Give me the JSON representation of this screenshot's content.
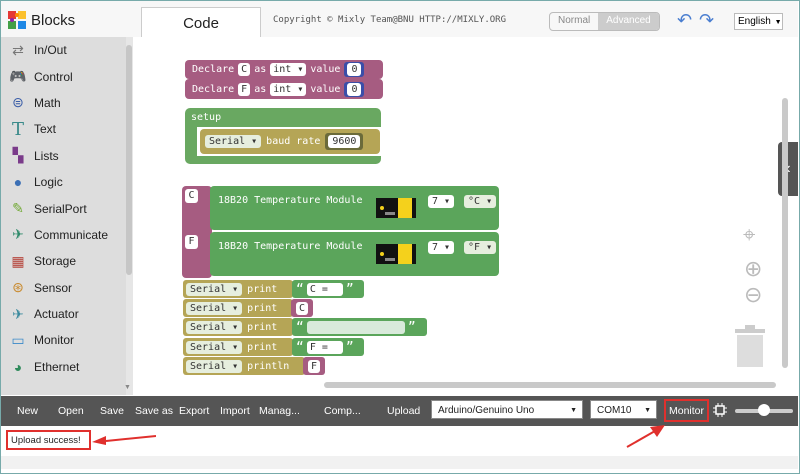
{
  "header": {
    "blocks_tab": "Blocks",
    "code_tab": "Code",
    "copyright": "Copyright © Mixly Team@BNU HTTP://MIXLY.ORG",
    "mode_normal": "Normal",
    "mode_advanced": "Advanced",
    "language": "English"
  },
  "sidebar": {
    "items": [
      {
        "label": "In/Out",
        "icon": "in-out-icon",
        "color": "#777"
      },
      {
        "label": "Control",
        "icon": "gamepad-icon",
        "color": "#2e7d5b"
      },
      {
        "label": "Math",
        "icon": "math-icon",
        "color": "#3b5ea8"
      },
      {
        "label": "Text",
        "icon": "text-icon",
        "color": "#3a8a8a"
      },
      {
        "label": "Lists",
        "icon": "lists-icon",
        "color": "#7a3b8a"
      },
      {
        "label": "Logic",
        "icon": "bulb-icon",
        "color": "#3b6fb5"
      },
      {
        "label": "SerialPort",
        "icon": "pen-icon",
        "color": "#6fa832"
      },
      {
        "label": "Communicate",
        "icon": "communicate-icon",
        "color": "#2e8a6a"
      },
      {
        "label": "Storage",
        "icon": "storage-icon",
        "color": "#b5443b"
      },
      {
        "label": "Sensor",
        "icon": "sensor-icon",
        "color": "#c98a2e"
      },
      {
        "label": "Actuator",
        "icon": "actuator-icon",
        "color": "#3b8a9e"
      },
      {
        "label": "Monitor",
        "icon": "monitor-icon",
        "color": "#3b8ac9"
      },
      {
        "label": "Ethernet",
        "icon": "ethernet-icon",
        "color": "#2e8a5b"
      }
    ]
  },
  "workspace": {
    "declare1": {
      "kw": "Declare",
      "var": "C",
      "as": "as",
      "type": "int",
      "value_kw": "value",
      "value": "0"
    },
    "declare2": {
      "kw": "Declare",
      "var": "F",
      "as": "as",
      "type": "int",
      "value_kw": "value",
      "value": "0"
    },
    "setup": {
      "label": "setup",
      "serial": "Serial",
      "baud_label": "baud rate",
      "baud": "9600"
    },
    "temp1": {
      "var": "C",
      "label": "18B20 Temperature Module",
      "pin": "7",
      "unit": "°C"
    },
    "temp2": {
      "var": "F",
      "label": "18B20 Temperature Module",
      "pin": "7",
      "unit": "°F"
    },
    "prints": [
      {
        "serial": "Serial",
        "cmd": "print",
        "arg_type": "string",
        "arg": "C ="
      },
      {
        "serial": "Serial",
        "cmd": "print",
        "arg_type": "var",
        "arg": "C"
      },
      {
        "serial": "Serial",
        "cmd": "print",
        "arg_type": "string",
        "arg": ""
      },
      {
        "serial": "Serial",
        "cmd": "print",
        "arg_type": "string",
        "arg": "F ="
      },
      {
        "serial": "Serial",
        "cmd": "println",
        "arg_type": "var",
        "arg": "F"
      }
    ]
  },
  "toolbar": {
    "new": "New",
    "open": "Open",
    "save": "Save",
    "save_as": "Save as",
    "export": "Export",
    "import": "Import",
    "manage": "Manag...",
    "compile": "Comp...",
    "upload": "Upload",
    "board": "Arduino/Genuino Uno",
    "port": "COM10",
    "monitor": "Monitor"
  },
  "status": {
    "message": "Upload success!"
  }
}
